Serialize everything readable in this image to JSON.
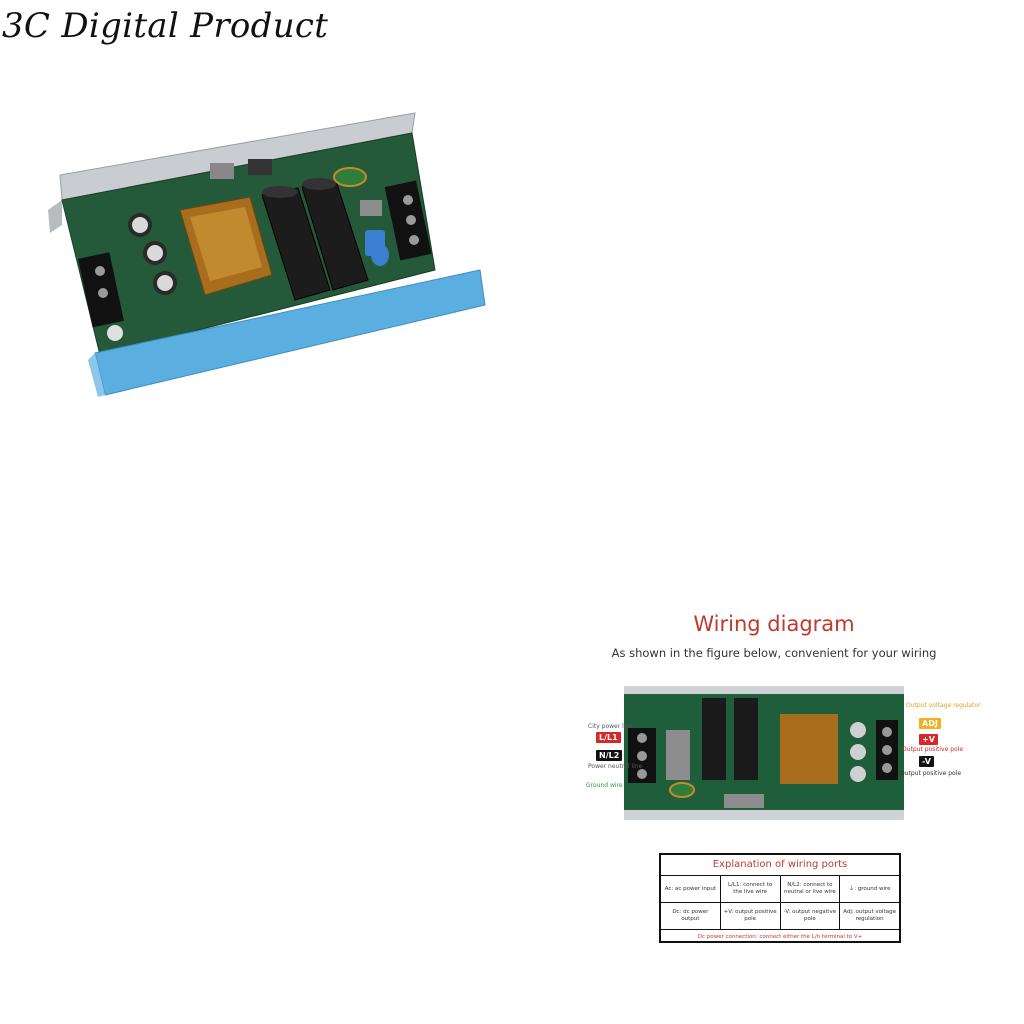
{
  "brand": "3C Digital Product",
  "wiring": {
    "title": "Wiring diagram",
    "subtitle": "As shown in the figure below, convenient for your wiring",
    "labels": {
      "city_power_line": "City power line",
      "l1": "L/L1",
      "n2": "N/L2",
      "power_neutral_line": "Power neutral line",
      "ground_wire": "Ground wire",
      "output_voltage_regulator": "Output voltage regulator",
      "adj": "ADJ",
      "plus_v": "+V",
      "output_positive_pole": "Output positive pole",
      "minus_v": "-V",
      "output_positive_pole_2": "Output positive pole"
    },
    "table": {
      "title": "Explanation of wiring ports",
      "rows": [
        [
          "Ac: ac power input",
          "L/L1: connect to the live wire",
          "N/L2: connect to neutral or live wire",
          "⏚: ground wire"
        ],
        [
          "Dc: dc power output",
          "+V: output positive pole",
          "-V: output negative pole",
          "Adj: output voltage regulation"
        ]
      ],
      "footer": "Dc power connection: connect either the L/n terminal to V+"
    }
  },
  "colors": {
    "pcb_green": "#1f5e3a",
    "heatsink_blue": "#5aaee0",
    "title_red": "#c0392b"
  }
}
